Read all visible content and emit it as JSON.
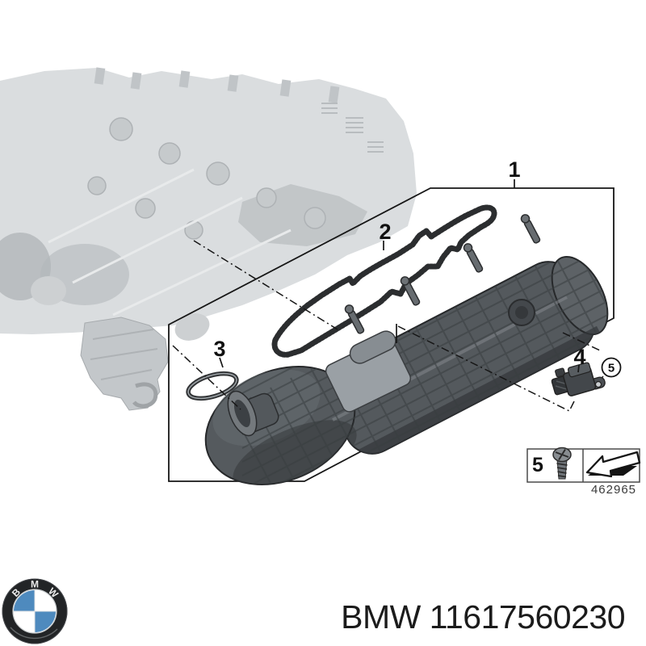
{
  "diagram": {
    "callouts": {
      "c1": "1",
      "c2": "2",
      "c3": "3",
      "c4": "4",
      "c5": "5"
    },
    "legend": {
      "item_number": "5",
      "icons": [
        "screw-icon",
        "installation-direction-arrow-icon"
      ]
    },
    "drawing_number": "462965",
    "parts_shown": {
      "item_1": "intake-manifold-in-box",
      "item_2": "profile-gasket",
      "item_3": "o-ring",
      "item_4": "sensor",
      "item_5": "screw"
    }
  },
  "footer": {
    "caption": "BMW 11617560230",
    "logo_letters": [
      "B",
      "M",
      "W"
    ]
  },
  "colors": {
    "background": "#ffffff",
    "line": "#161616",
    "bmw-blue": "#4e8abe",
    "manifold-gray": "#54595d",
    "text": "#1b1b1b"
  }
}
